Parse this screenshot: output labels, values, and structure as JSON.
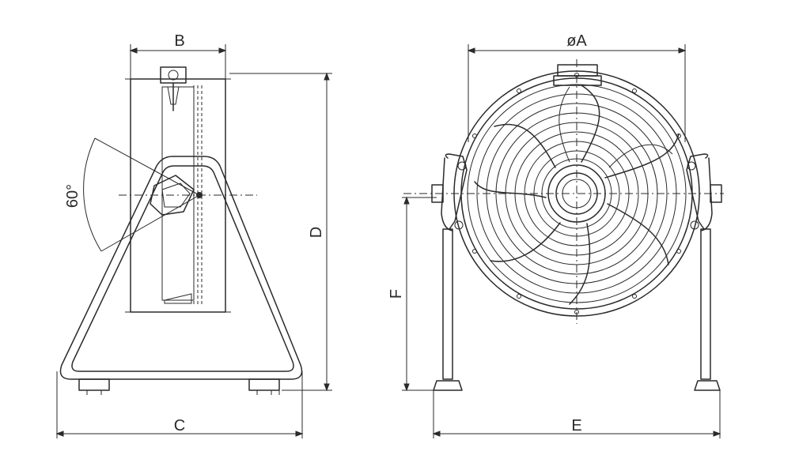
{
  "drawing": {
    "label_b": "B",
    "label_a": "øA",
    "label_c": "C",
    "label_d": "D",
    "label_e": "E",
    "label_f": "F",
    "label_angle": "60°"
  },
  "colors": {
    "stroke": "#2a2a2a",
    "background": "#ffffff"
  }
}
